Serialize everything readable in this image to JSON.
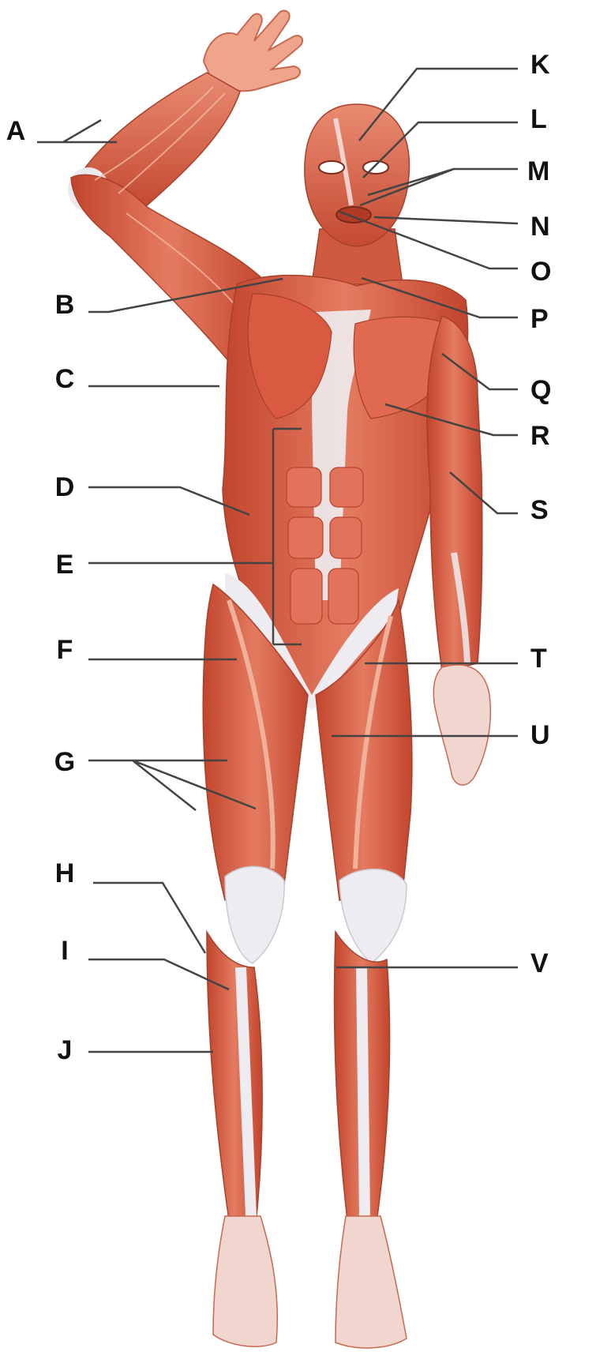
{
  "colors": {
    "muscle_light": "#e98b72",
    "muscle_mid": "#d9593f",
    "muscle_dark": "#b03a26",
    "tendon": "#eeeef2",
    "tendon_shade": "#c9c9d2",
    "leader_line": "#444444",
    "label_text": "#111111"
  },
  "labels": {
    "A": "A",
    "B": "B",
    "C": "C",
    "D": "D",
    "E": "E",
    "F": "F",
    "G": "G",
    "H": "H",
    "I": "I",
    "J": "J",
    "K": "K",
    "L": "L",
    "M": "M",
    "N": "N",
    "O": "O",
    "P": "P",
    "Q": "Q",
    "R": "R",
    "S": "S",
    "T": "T",
    "U": "U",
    "V": "V"
  }
}
